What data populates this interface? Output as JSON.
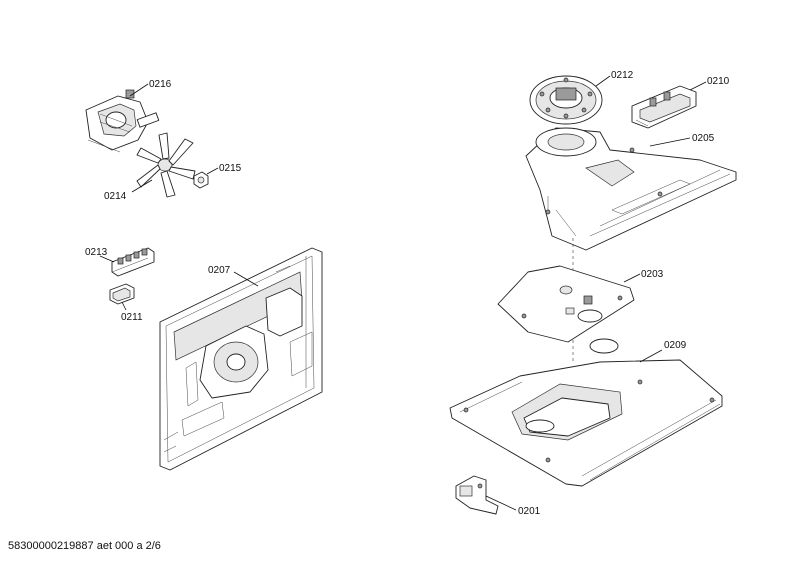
{
  "callouts": {
    "c0216": "0216",
    "c0214": "0214",
    "c0215": "0215",
    "c0213": "0213",
    "c0211": "0211",
    "c0207": "0207",
    "c0212": "0212",
    "c0210": "0210",
    "c0205": "0205",
    "c0203": "0203",
    "c0209": "0209",
    "c0201": "0201"
  },
  "footer": {
    "document_id": "58300000219887 aet 000 a 2/6"
  }
}
